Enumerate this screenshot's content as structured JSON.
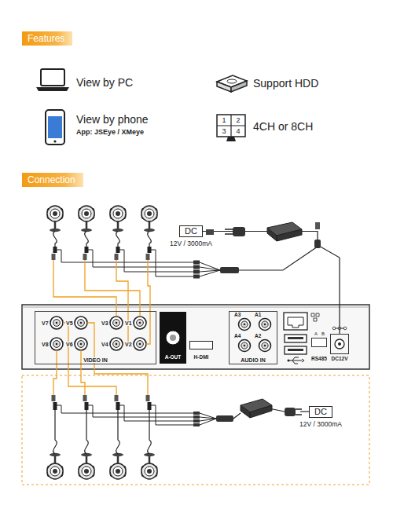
{
  "diagram": {
    "nodes": [
      {
        "text": [
          "Features"
        ]
      },
      {
        "text": [
          "Connection"
        ]
      },
      {
        "text": [
          "DC",
          "12V / 3000mA"
        ]
      },
      {
        "text": [
          "V7",
          "V5",
          "V3",
          "V1",
          "V8",
          "V6",
          "V4",
          "V2",
          "VIDEO IN"
        ]
      },
      {
        "text": [
          "A-OUT"
        ]
      },
      {
        "text": [
          "H-DMI"
        ]
      },
      {
        "text": [
          "A3",
          "A1",
          "A4",
          "A2",
          "AUDIO IN"
        ]
      },
      {
        "text": [
          "A",
          "B",
          "RS485"
        ]
      },
      {
        "text": [
          "DC12V"
        ]
      },
      {
        "text": [
          "DC",
          "12V / 3000mA"
        ]
      }
    ],
    "edges": [
      {
        "from": 2,
        "to": 8,
        "arrow": "none"
      }
    ],
    "labels": [
      "View by PC",
      "View by phone",
      "App: JSEye / XMeye",
      "Support HDD",
      "4CH or 8CH",
      "1",
      "2",
      "3",
      "4"
    ]
  }
}
